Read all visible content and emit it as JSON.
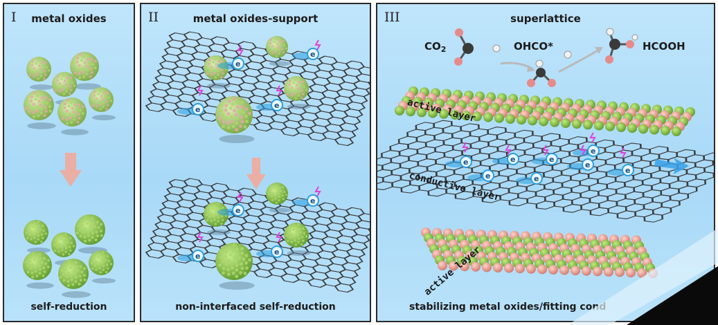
{
  "panels": {
    "p1": {
      "roman": "I",
      "title": "metal oxides",
      "caption": "self-reduction"
    },
    "p2": {
      "roman": "II",
      "title": "metal oxides-support",
      "caption": "non-interfaced self-reduction"
    },
    "p3": {
      "roman": "III",
      "title": "superlattice",
      "caption": "stabilizing metal oxides/fitting cond"
    }
  },
  "chem": {
    "co2_main": "CO",
    "co2_sub": "2",
    "ohco": "OHCO*",
    "hcooh": "HCOOH"
  },
  "layers": {
    "active_top": "active layer",
    "conductive": "conductive layer",
    "active_bottom": "active layer"
  },
  "electron_symbol": "e",
  "colors": {
    "panel_bg": "#b3ddf8",
    "sphere_green": "#8fc94a",
    "sphere_pink": "#e7a7a6",
    "graphene": "#3c3c3c",
    "electron": "#2a9fe0",
    "arrow_pink": "#f2a99a",
    "lightning": "#e040e0"
  }
}
